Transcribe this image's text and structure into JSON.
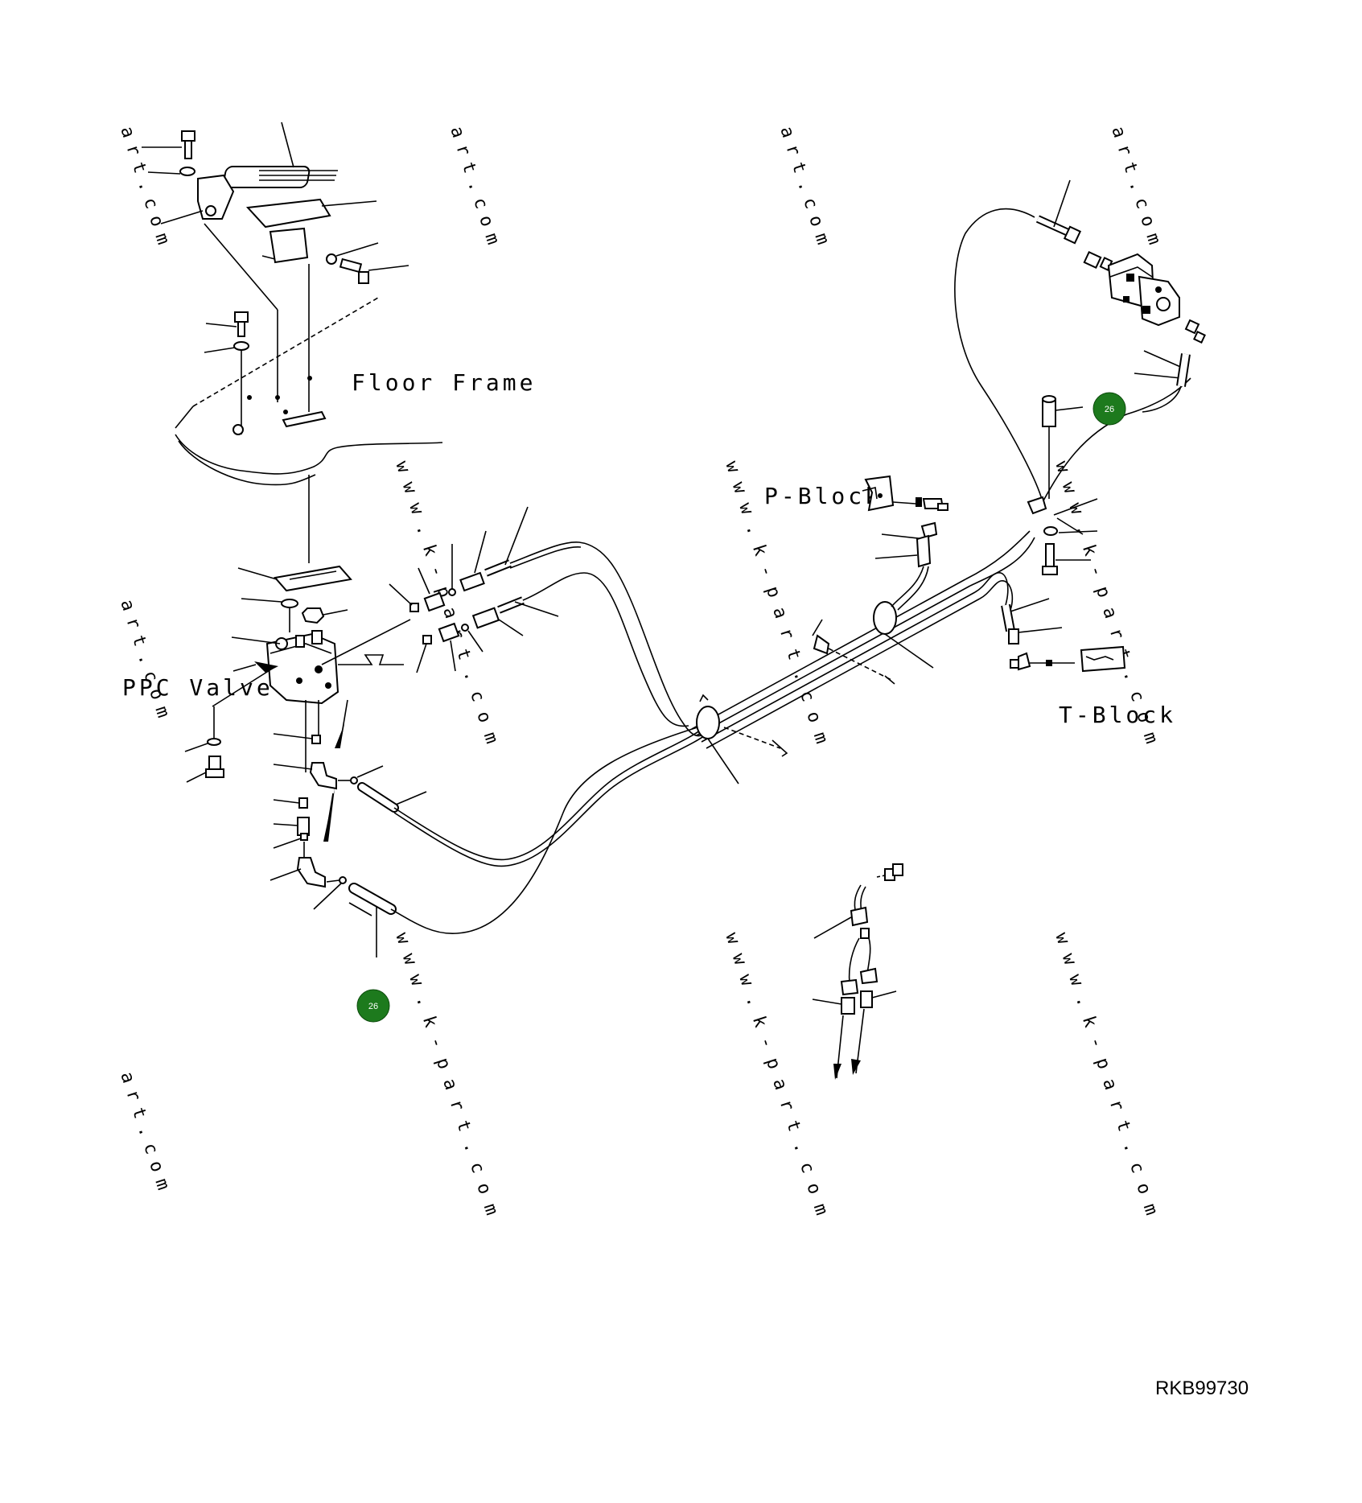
{
  "diagram": {
    "labels": {
      "floor_frame": "Floor Frame",
      "p_block": "P-Block",
      "t_block": "T-Block",
      "ppc_valve": "PPC Valve"
    },
    "badges": [
      "26",
      "26"
    ],
    "drawing_code": "RKB99730",
    "watermarks": {
      "art": "art.com",
      "kpart": "www.k-part.com"
    },
    "colors": {
      "badge_fill": "#1d7a1d",
      "line": "#000000",
      "background": "#ffffff"
    }
  }
}
